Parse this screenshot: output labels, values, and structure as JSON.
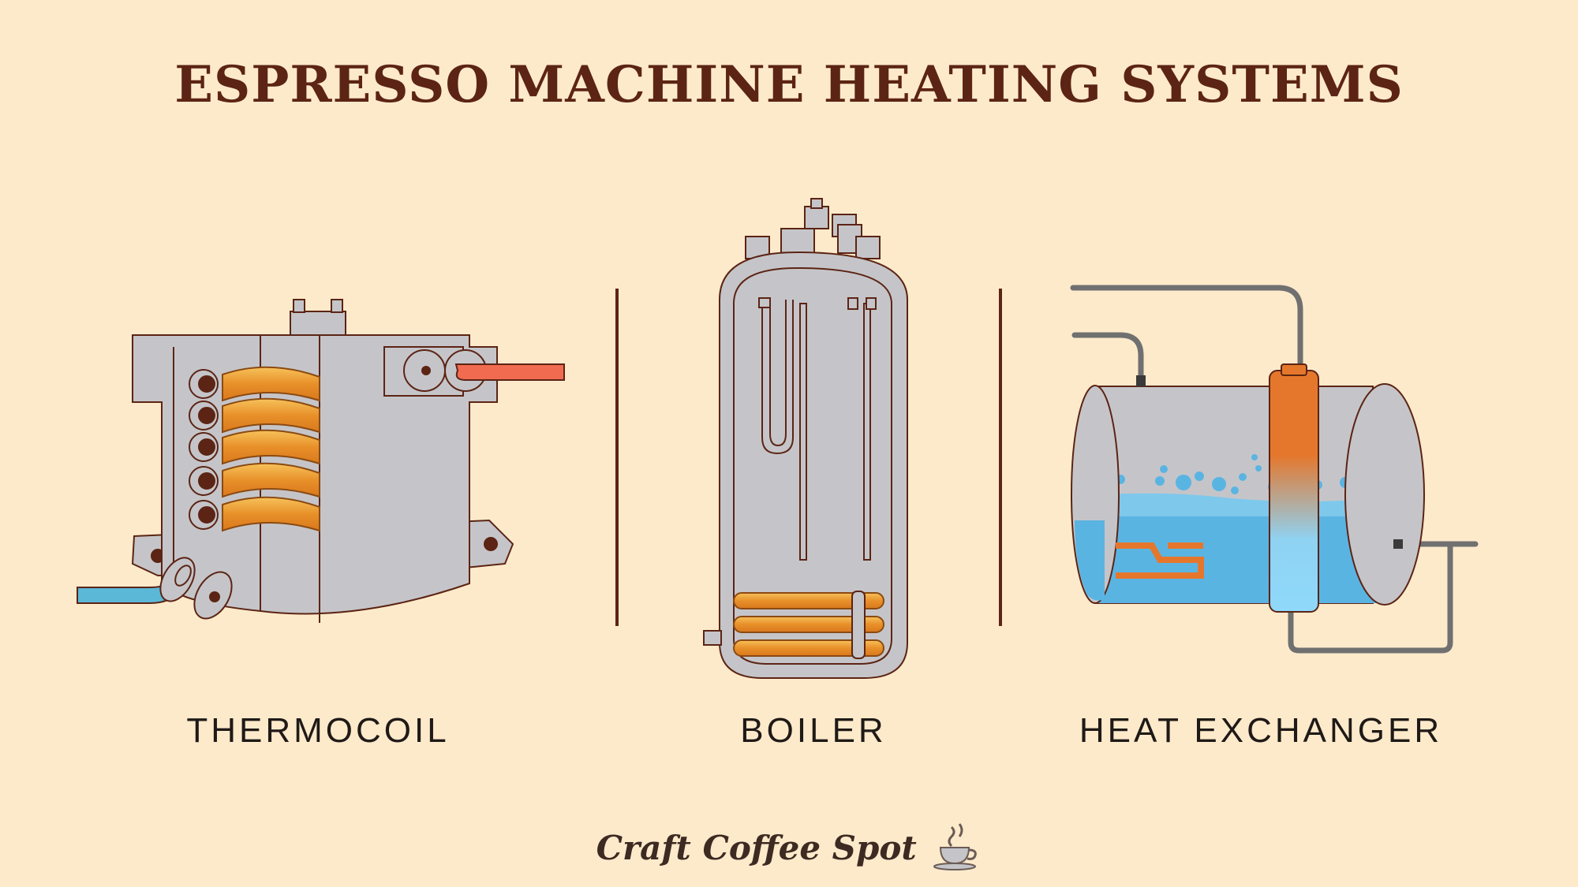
{
  "title": "ESPRESSO MACHINE HEATING SYSTEMS",
  "panels": [
    {
      "label": "THERMOCOIL",
      "icon": "thermocoil-illustration"
    },
    {
      "label": "BOILER",
      "icon": "boiler-illustration"
    },
    {
      "label": "HEAT EXCHANGER",
      "icon": "heat-exchanger-illustration"
    }
  ],
  "brand": {
    "text": "Craft Coffee Spot",
    "icon": "coffee-cup-icon"
  },
  "colors": {
    "background": "#fdeacb",
    "title": "#5c2414",
    "metal": "#c5c5c9",
    "outline": "#5c2414",
    "coil": "#e89a2e",
    "hot_pipe": "#f06b50",
    "cold_pipe": "#5bb8d6",
    "water": "#5ab4e2",
    "pipe": "#707070"
  }
}
